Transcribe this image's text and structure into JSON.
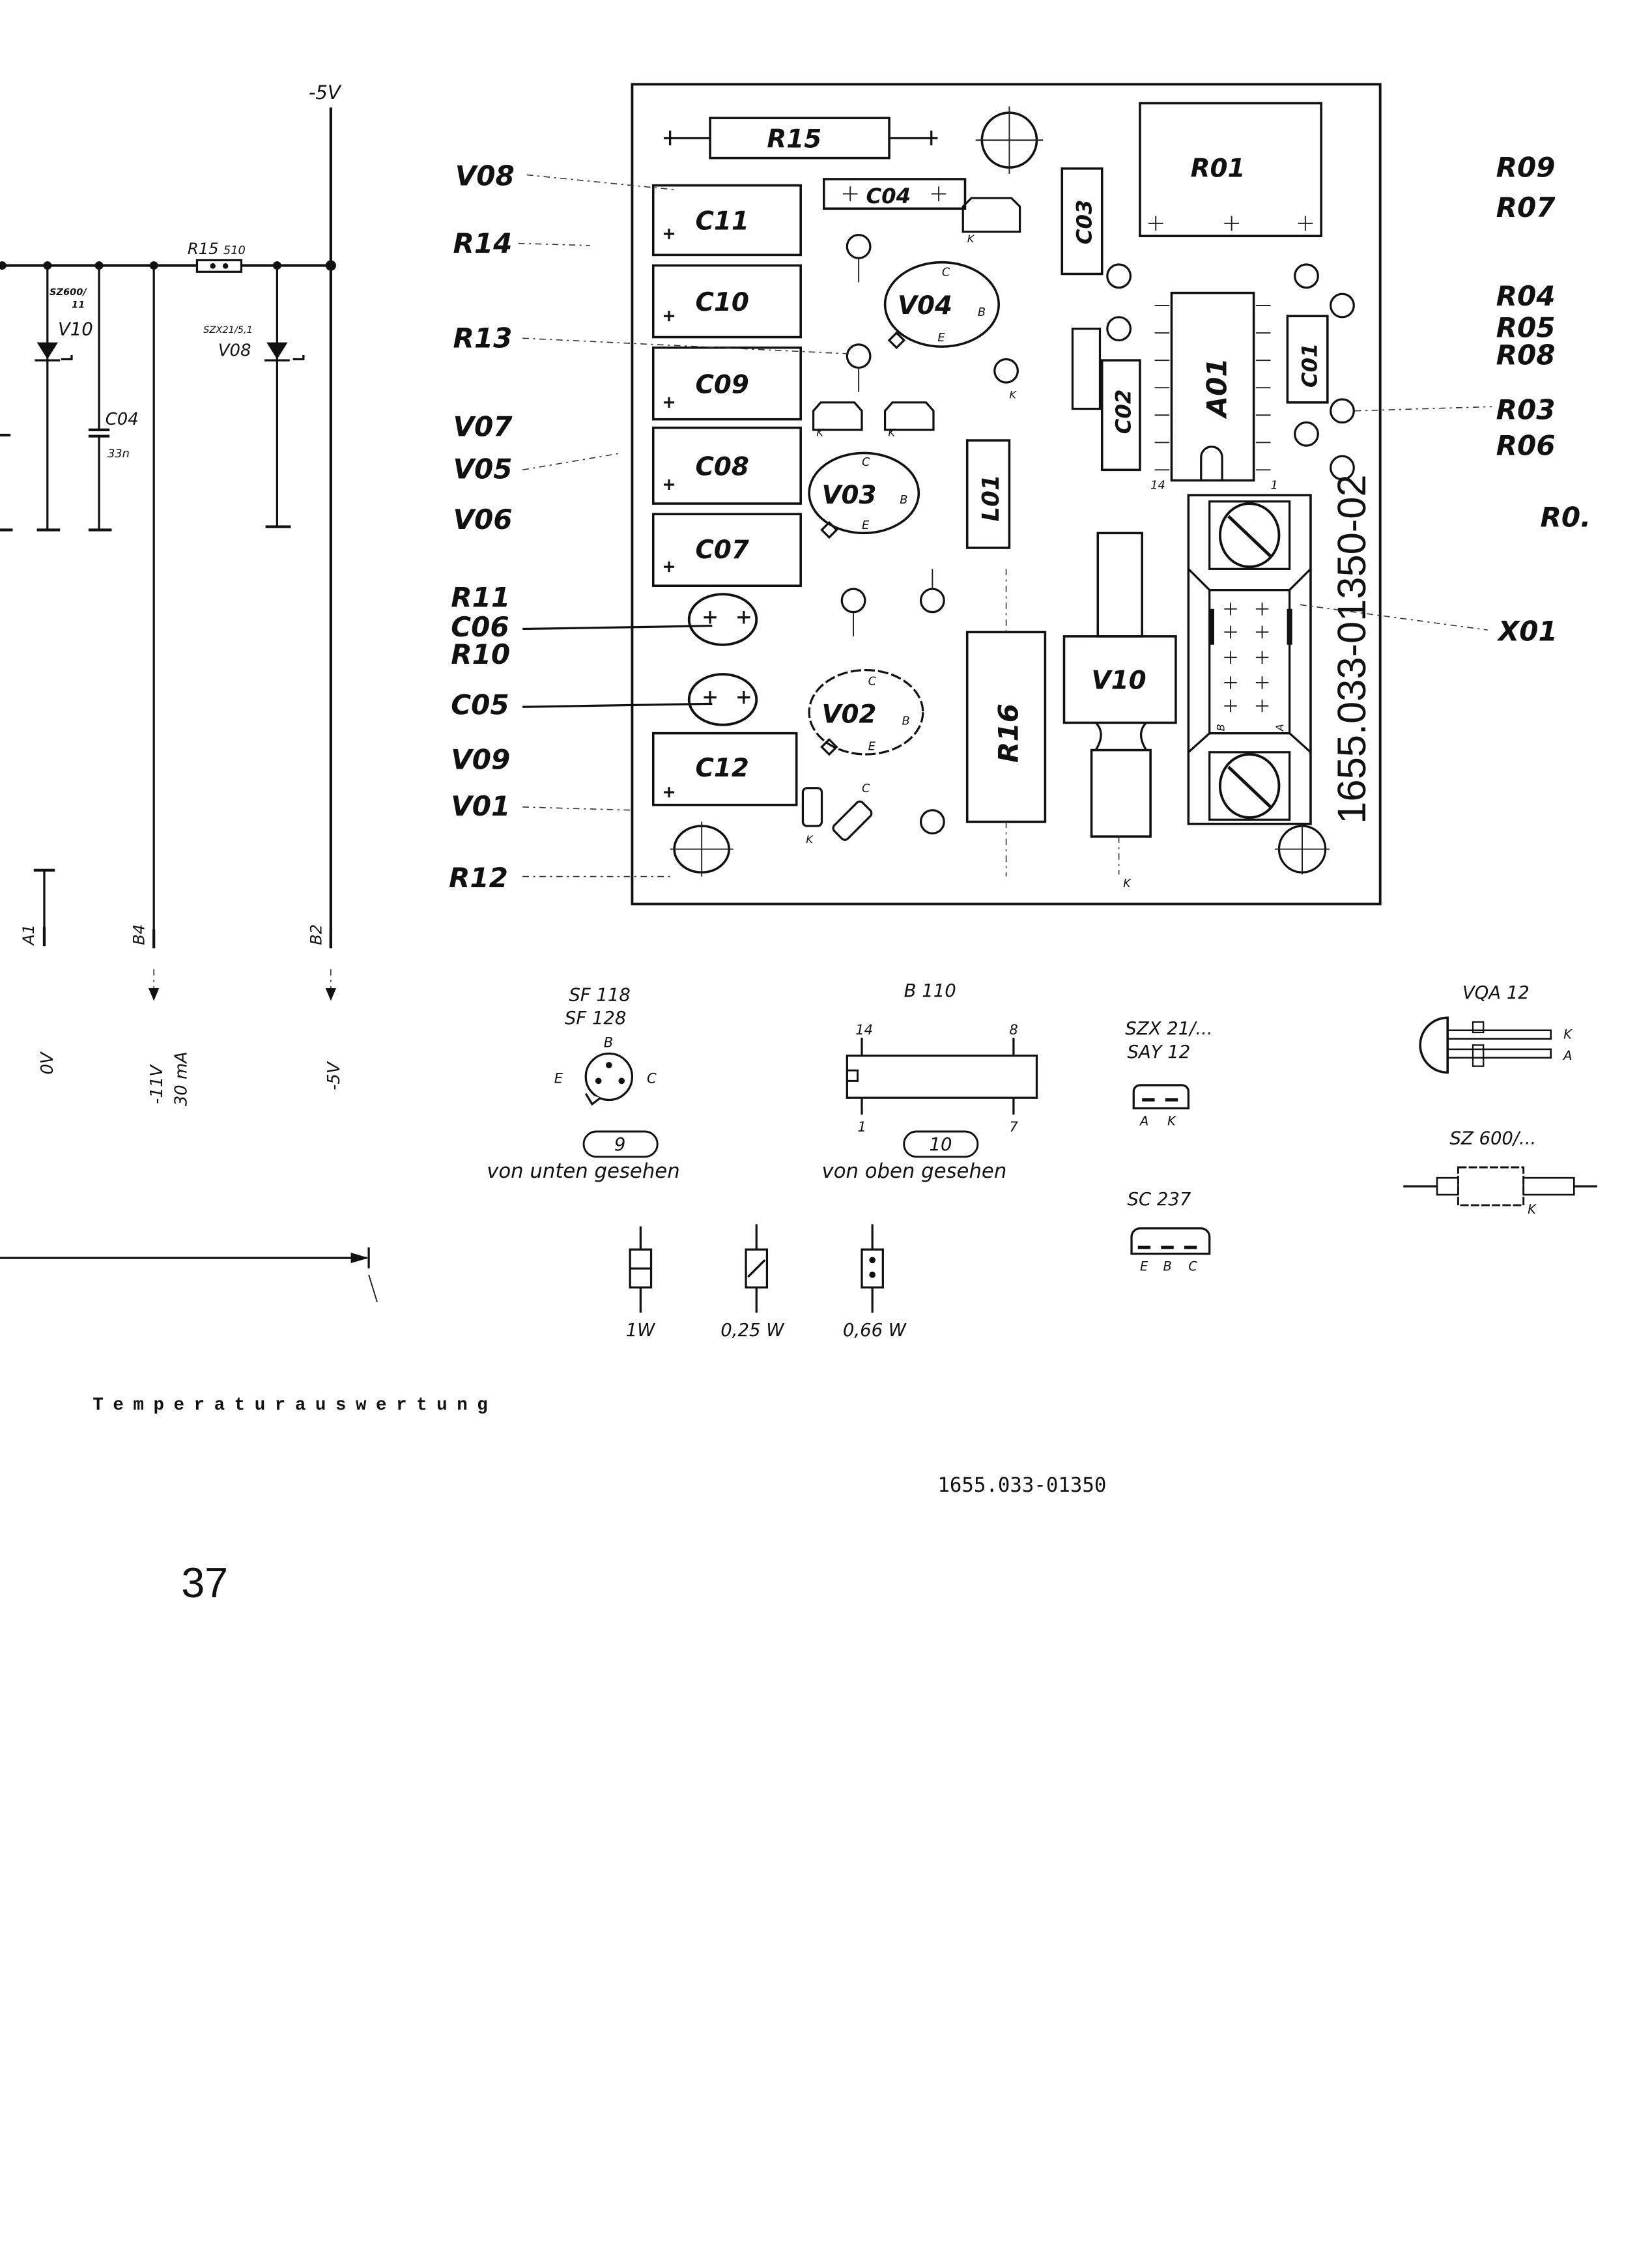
{
  "schematic": {
    "supply_top": "-5V",
    "r15_ref": "R15",
    "r15_value": "510",
    "v10_type_line1": "SZ600/",
    "v10_type_line2": "11",
    "v10_ref": "V10",
    "c04_ref": "C04",
    "c04_value": "33n",
    "v08_type": "SZX21/5,1",
    "v08_ref": "V08",
    "pins": [
      {
        "pin": "A1",
        "voltage": "0V",
        "current": ""
      },
      {
        "pin": "B4",
        "voltage": "-11V",
        "current": "30 mA"
      },
      {
        "pin": "B2",
        "voltage": "-5V",
        "current": ""
      }
    ]
  },
  "pcb": {
    "board_number": "1655.033-01350-02",
    "components": {
      "R15": "R15",
      "R01": "R01",
      "C04": "C04",
      "C03": "C03",
      "C11": "C11",
      "C10": "C10",
      "C09": "C09",
      "C08": "C08",
      "C07": "C07",
      "C12": "C12",
      "V04": "V04",
      "V03": "V03",
      "V02": "V02",
      "V10": "V10",
      "L01": "L01",
      "R16": "R16",
      "A01": "A01",
      "C01": "C01",
      "C02": "C02"
    },
    "pin_marks": {
      "c": "C",
      "b": "B",
      "e": "E",
      "k": "K",
      "a": "A",
      "pin14": "14",
      "pin1": "1",
      "one": "1"
    },
    "left_callouts": [
      "V08",
      "R14",
      "R13",
      "V07",
      "V05",
      "V06",
      "R11",
      "C06",
      "R10",
      "C05",
      "V09",
      "V01",
      "R12"
    ],
    "right_callouts": [
      "R09",
      "R07",
      "R04",
      "R05",
      "R08",
      "R03",
      "R06",
      "R0.",
      "X01"
    ]
  },
  "legend": {
    "transistor": {
      "types": [
        "SF 118",
        "SF 128"
      ],
      "pins": [
        "B",
        "E",
        "C"
      ],
      "fig": "9",
      "caption": "von unten gesehen"
    },
    "ic": {
      "type": "B 110",
      "pins": [
        "14",
        "8",
        "1",
        "7"
      ],
      "fig": "10",
      "caption": "von oben gesehen"
    },
    "diode_small": {
      "types": [
        "SZX 21/...",
        "SAY 12"
      ],
      "pins": [
        "A",
        "K"
      ]
    },
    "sc237": {
      "type": "SC 237",
      "pins": [
        "E",
        "B",
        "C"
      ]
    },
    "led": {
      "type": "VQA 12",
      "pins": [
        "K",
        "A"
      ]
    },
    "zener": {
      "type": "SZ 600/...",
      "pin": "K"
    },
    "resistors": [
      {
        "label": "1W"
      },
      {
        "label": "0,25 W"
      },
      {
        "label": "0,66 W"
      }
    ]
  },
  "footer": {
    "title": "Temperaturauswertung",
    "drawing_number": "1655.033-01350",
    "page_number": "37"
  }
}
